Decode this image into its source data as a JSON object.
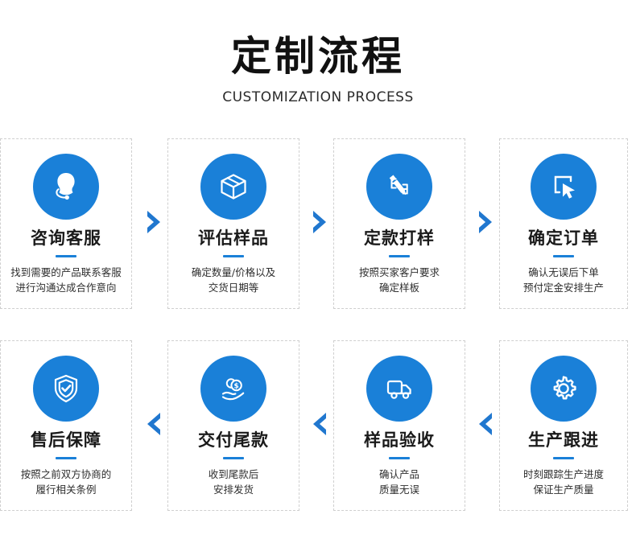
{
  "header": {
    "title": "定制流程",
    "subtitle": "CUSTOMIZATION PROCESS"
  },
  "theme": {
    "accent": "#1a80d8",
    "title_color": "#1a1a1a",
    "desc_color": "#2e2e2e",
    "card_border": "#cfcfcf",
    "background": "#ffffff"
  },
  "rows": [
    {
      "direction": "right",
      "cards": [
        {
          "icon": "customer-service-headset-icon",
          "title": "咨询客服",
          "desc_lines": [
            "找到需要的产品联系客服",
            "进行沟通达成合作意向"
          ]
        },
        {
          "icon": "package-box-icon",
          "title": "评估样品",
          "desc_lines": [
            "确定数量/价格以及",
            "交货日期等"
          ]
        },
        {
          "icon": "pencil-design-icon",
          "title": "定款打样",
          "desc_lines": [
            "按照买家客户要求",
            "确定样板"
          ]
        },
        {
          "icon": "cursor-click-icon",
          "title": "确定订单",
          "desc_lines": [
            "确认无误后下单",
            "预付定金安排生产"
          ]
        }
      ]
    },
    {
      "direction": "left",
      "cards": [
        {
          "icon": "shield-check-icon",
          "title": "售后保障",
          "desc_lines": [
            "按照之前双方协商的",
            "履行相关条例"
          ]
        },
        {
          "icon": "hand-coins-icon",
          "title": "交付尾款",
          "desc_lines": [
            "收到尾款后",
            "安排发货"
          ]
        },
        {
          "icon": "delivery-truck-icon",
          "title": "样品验收",
          "desc_lines": [
            "确认产品",
            "质量无误"
          ]
        },
        {
          "icon": "gear-icon",
          "title": "生产跟进",
          "desc_lines": [
            "时刻跟踪生产进度",
            "保证生产质量"
          ]
        }
      ]
    }
  ],
  "connectors": {
    "row1_arrows": [
      "chevron-right-icon",
      "chevron-right-icon",
      "chevron-right-icon"
    ],
    "row2_arrows": [
      "chevron-left-icon",
      "chevron-left-icon",
      "chevron-left-icon"
    ],
    "row_link_arrow": "chevron-down-icon"
  }
}
